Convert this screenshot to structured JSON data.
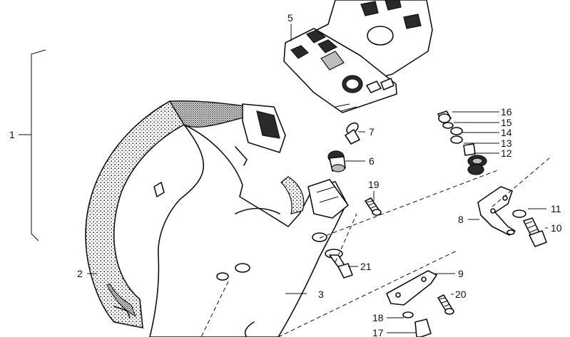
{
  "callouts": [
    {
      "id": "1",
      "text": "1"
    },
    {
      "id": "2",
      "text": "2"
    },
    {
      "id": "3",
      "text": "3"
    },
    {
      "id": "5",
      "text": "5"
    },
    {
      "id": "6",
      "text": "6"
    },
    {
      "id": "7",
      "text": "7"
    },
    {
      "id": "8",
      "text": "8"
    },
    {
      "id": "9",
      "text": "9"
    },
    {
      "id": "10",
      "text": "10"
    },
    {
      "id": "11",
      "text": "11"
    },
    {
      "id": "12",
      "text": "12"
    },
    {
      "id": "13",
      "text": "13"
    },
    {
      "id": "14",
      "text": "14"
    },
    {
      "id": "15",
      "text": "15"
    },
    {
      "id": "16",
      "text": "16"
    },
    {
      "id": "17",
      "text": "17"
    },
    {
      "id": "18",
      "text": "18"
    },
    {
      "id": "19",
      "text": "19"
    },
    {
      "id": "20",
      "text": "20"
    },
    {
      "id": "21",
      "text": "21"
    }
  ]
}
